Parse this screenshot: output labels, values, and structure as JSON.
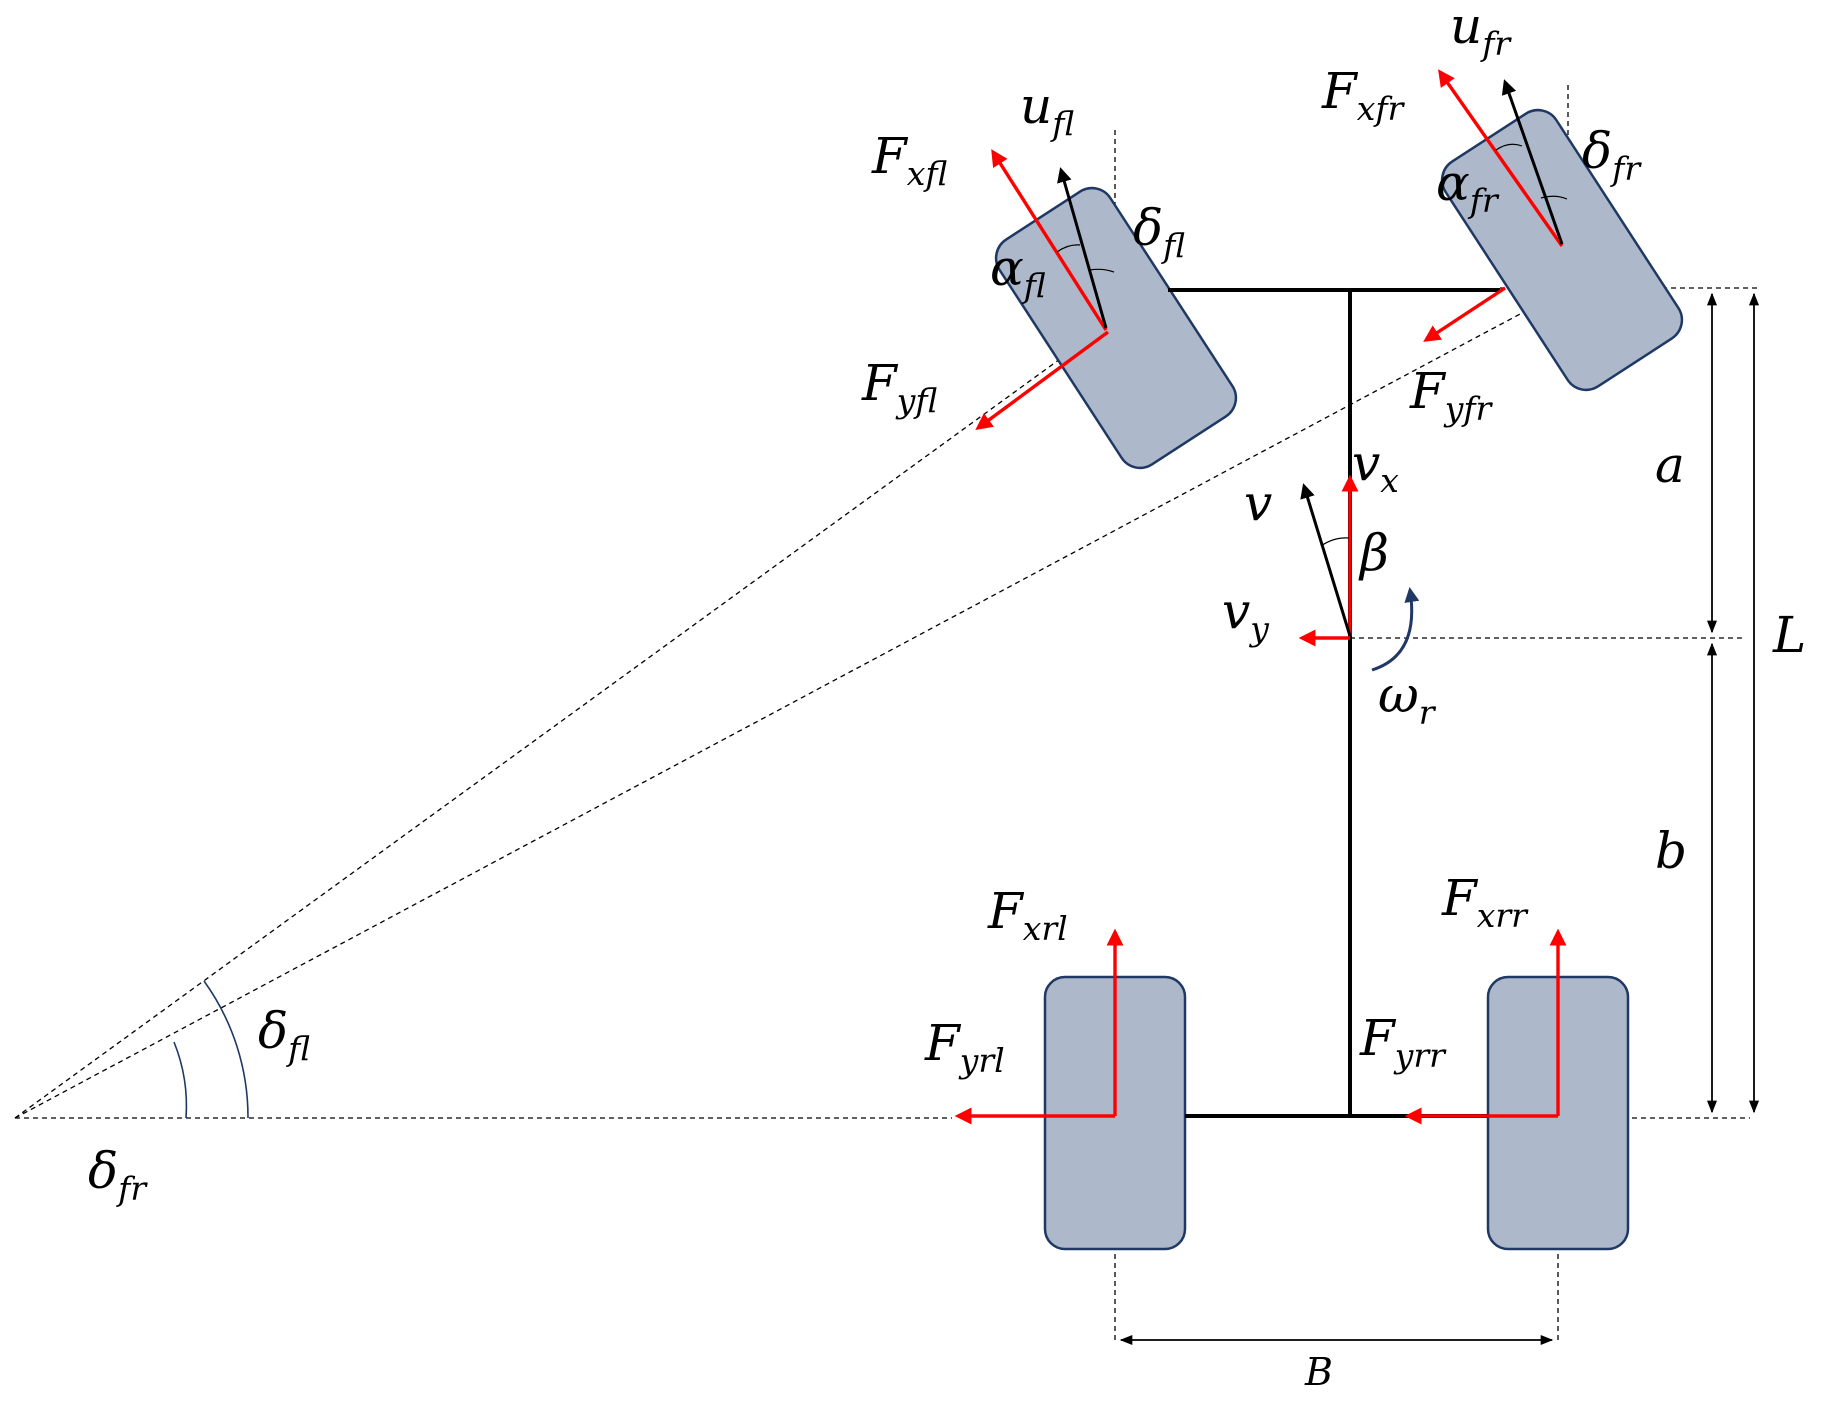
{
  "labels": {
    "u_fl": {
      "base": "u",
      "sub": "fl"
    },
    "F_xfl": {
      "base": "F",
      "sub": "xfl"
    },
    "alpha_fl": {
      "base": "α",
      "sub": "fl"
    },
    "delta_fl_top": {
      "base": "δ",
      "sub": "fl"
    },
    "F_yfl": {
      "base": "F",
      "sub": "yfl"
    },
    "u_fr": {
      "base": "u",
      "sub": "fr"
    },
    "F_xfr": {
      "base": "F",
      "sub": "xfr"
    },
    "alpha_fr": {
      "base": "α",
      "sub": "fr"
    },
    "delta_fr_top": {
      "base": "δ",
      "sub": "fr"
    },
    "F_yfr": {
      "base": "F",
      "sub": "yfr"
    },
    "v": {
      "base": "v",
      "sub": ""
    },
    "v_x": {
      "base": "v",
      "sub": "x"
    },
    "beta": {
      "base": "β",
      "sub": ""
    },
    "v_y": {
      "base": "v",
      "sub": "y"
    },
    "omega_r": {
      "base": "ω",
      "sub": "r"
    },
    "a": {
      "base": "a",
      "sub": ""
    },
    "b": {
      "base": "b",
      "sub": ""
    },
    "L": {
      "base": "L",
      "sub": ""
    },
    "B": {
      "base": "B",
      "sub": ""
    },
    "F_xrl": {
      "base": "F",
      "sub": "xrl"
    },
    "F_yrl": {
      "base": "F",
      "sub": "yrl"
    },
    "F_xrr": {
      "base": "F",
      "sub": "xrr"
    },
    "F_yrr": {
      "base": "F",
      "sub": "yrr"
    },
    "delta_fl_bottom": {
      "base": "δ",
      "sub": "fl"
    },
    "delta_fr_bottom": {
      "base": "δ",
      "sub": "fr"
    }
  },
  "colors": {
    "wheel_fill": "#adb9ca",
    "wheel_stroke": "#1f3864",
    "force_arrows": "#ff0000",
    "velocity_arrows": "#000000",
    "yaw_arrow": "#1f3864"
  }
}
